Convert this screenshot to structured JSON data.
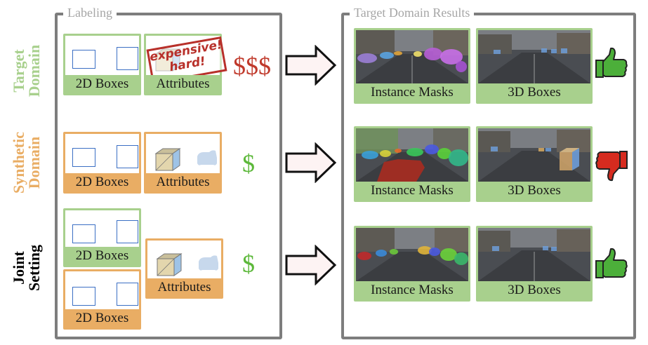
{
  "panels": {
    "labeling_title": "Labeling",
    "results_title": "Target Domain Results"
  },
  "rows": [
    {
      "label_line1": "Target",
      "label_line2": "Domain",
      "label_color": "#a8d08d",
      "price": "$$$",
      "price_color": "#c0392b",
      "outcome": "thumbs-up"
    },
    {
      "label_line1": "Synthetic",
      "label_line2": "Domain",
      "label_color": "#e9ad64",
      "price": "$",
      "price_color": "#5cb83a",
      "outcome": "thumbs-down"
    },
    {
      "label_line1": "Joint",
      "label_line2": "Setting",
      "label_color": "#000000",
      "price": "$",
      "price_color": "#5cb83a",
      "outcome": "thumbs-up"
    }
  ],
  "labels": {
    "boxes2d": "2D Boxes",
    "attributes": "Attributes",
    "instance_masks": "Instance Masks",
    "boxes3d": "3D Boxes"
  },
  "stamp": {
    "line1": "expensive!",
    "line2": "hard!"
  },
  "colors": {
    "target_green": "#a8d08d",
    "synthetic_orange": "#e9ad64",
    "good_thumb": "#4caf3a",
    "bad_thumb": "#d62b1f",
    "panel_border": "#7d7d7d"
  }
}
